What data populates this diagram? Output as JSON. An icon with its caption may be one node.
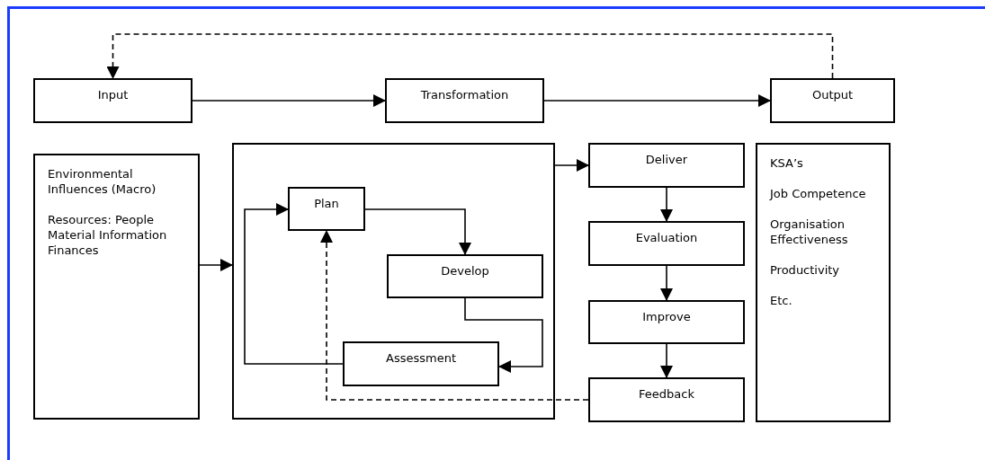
{
  "diagram": {
    "nodes": [
      {
        "text": [
          "Input"
        ]
      },
      {
        "text": [
          "Transformation"
        ]
      },
      {
        "text": [
          "Output"
        ]
      },
      {
        "text": [
          "Environmental Influences (Macro)",
          "Resources: People Material Information Finances"
        ]
      },
      {
        "text": [],
        "shape": "box"
      },
      {
        "text": [
          "Plan"
        ],
        "in": 4
      },
      {
        "text": [
          "Develop"
        ],
        "in": 4
      },
      {
        "text": [
          "Assessment"
        ],
        "in": 4
      },
      {
        "text": [
          "Deliver"
        ]
      },
      {
        "text": [
          "Evaluation"
        ]
      },
      {
        "text": [
          "Improve"
        ]
      },
      {
        "text": [
          "Feedback"
        ]
      },
      {
        "text": [
          "KSA’s",
          "Job Competence",
          "Organisation Effectiveness",
          "Productivity",
          "Etc."
        ]
      }
    ],
    "edges": [
      {
        "from": 0,
        "to": 1,
        "arrow": "to"
      },
      {
        "from": 1,
        "to": 2,
        "arrow": "to"
      },
      {
        "from": 2,
        "to": 0,
        "arrow": "to",
        "style": "dashed"
      },
      {
        "from": 3,
        "to": 4,
        "arrow": "to"
      },
      {
        "from": 4,
        "to": 8,
        "arrow": "to"
      },
      {
        "from": 8,
        "to": 9,
        "arrow": "to"
      },
      {
        "from": 9,
        "to": 10,
        "arrow": "to"
      },
      {
        "from": 10,
        "to": 11,
        "arrow": "to"
      },
      {
        "from": 5,
        "to": 6,
        "arrow": "to"
      },
      {
        "from": 6,
        "to": 7,
        "arrow": "to"
      },
      {
        "from": 7,
        "to": 5,
        "arrow": "to"
      },
      {
        "from": 11,
        "to": 5,
        "arrow": "to",
        "style": "dashed"
      }
    ]
  }
}
